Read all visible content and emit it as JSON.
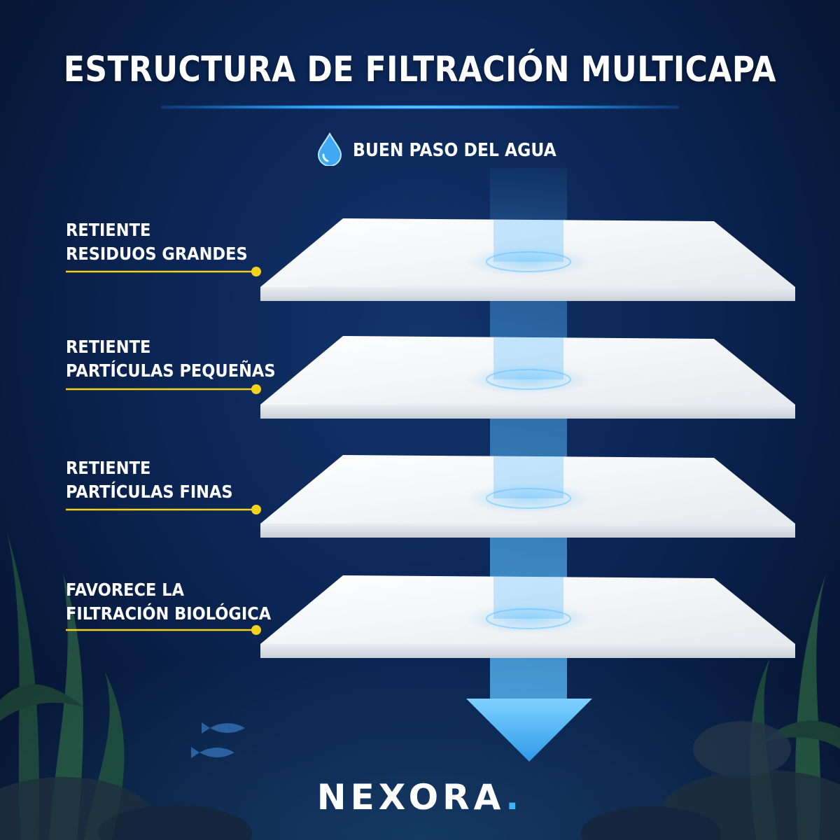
{
  "title": "ESTRUCTURA DE FILTRACIÓN MULTICAPA",
  "flow": {
    "icon": "water-drop-icon",
    "label": "BUEN PASO DEL AGUA"
  },
  "layers": [
    {
      "line1": "RETIENTE",
      "line2": "RESIDUOS GRANDES"
    },
    {
      "line1": "RETIENTE",
      "line2": "PARTÍCULAS PEQUEÑAS"
    },
    {
      "line1": "RETIENTE",
      "line2": "PARTÍCULAS FINAS"
    },
    {
      "line1": "FAVORECE LA",
      "line2": "FILTRACIÓN BIOLÓGICA"
    }
  ],
  "brand": {
    "name": "NEXORA",
    "dot": "."
  },
  "colors": {
    "background": "#0b2554",
    "accent_blue": "#3fb2ff",
    "pointer_yellow": "#f2d21b",
    "pad_white": "#f4f6f8"
  }
}
